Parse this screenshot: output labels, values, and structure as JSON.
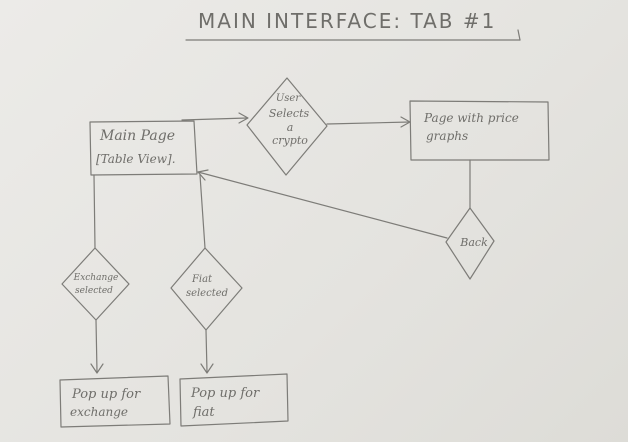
{
  "diagram": {
    "title": "MAIN INTERFACE: TAB #1",
    "nodes": {
      "main_page": [
        "Main Page",
        "[Table View]."
      ],
      "user_selects_crypto": [
        "User",
        "Selects",
        "a",
        "crypto"
      ],
      "price_graphs": [
        "Page with price",
        "graphs"
      ],
      "back": [
        "Back"
      ],
      "exchange_selected": [
        "Exchange",
        "selected"
      ],
      "fiat_selected": [
        "Fiat",
        "selected"
      ],
      "popup_exchange": [
        "Pop up for",
        "exchange"
      ],
      "popup_fiat": [
        "Pop up for",
        "fiat"
      ]
    }
  }
}
